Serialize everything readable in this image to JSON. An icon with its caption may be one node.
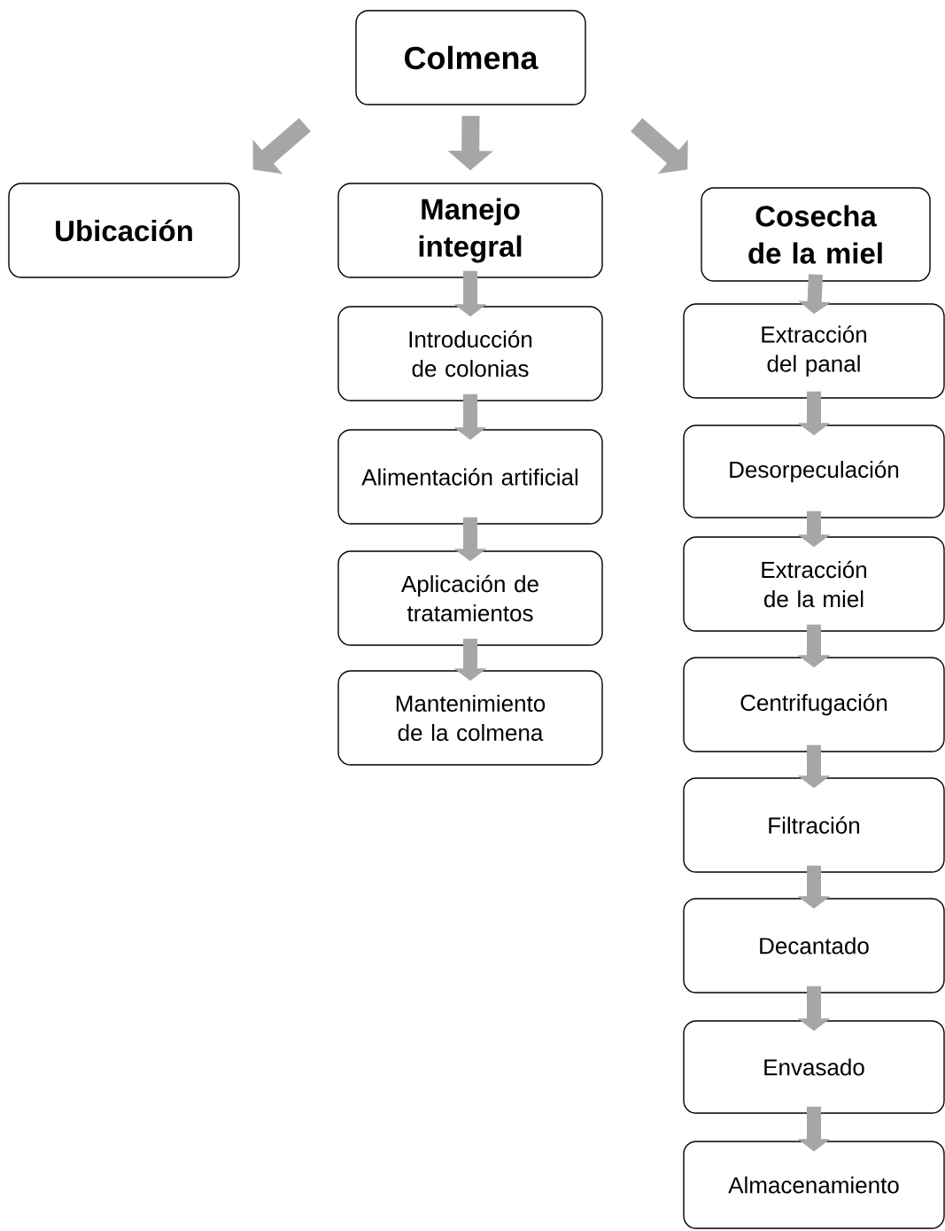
{
  "diagram": {
    "nodes": [
      {
        "text": [
          "Colmena"
        ]
      },
      {
        "text": [
          "Ubicación"
        ]
      },
      {
        "text": [
          "Manejo integral"
        ]
      },
      {
        "text": [
          "Cosecha de la miel"
        ]
      },
      {
        "text": [
          "Introducción de colonias"
        ]
      },
      {
        "text": [
          "Alimentación artificial"
        ]
      },
      {
        "text": [
          "Aplicación de tratamientos"
        ]
      },
      {
        "text": [
          "Mantenimiento de la colmena"
        ]
      },
      {
        "text": [
          "Extracción del panal"
        ]
      },
      {
        "text": [
          "Desorpeculación"
        ]
      },
      {
        "text": [
          "Extracción de la miel"
        ]
      },
      {
        "text": [
          "Centrifugación"
        ]
      },
      {
        "text": [
          "Filtración"
        ]
      },
      {
        "text": [
          "Decantado"
        ]
      },
      {
        "text": [
          "Envasado"
        ]
      },
      {
        "text": [
          "Almacenamiento"
        ]
      }
    ],
    "edges": [
      {
        "from": 0,
        "to": 1,
        "arrow": "to"
      },
      {
        "from": 0,
        "to": 2,
        "arrow": "to"
      },
      {
        "from": 0,
        "to": 3,
        "arrow": "to"
      },
      {
        "from": 2,
        "to": 4,
        "arrow": "to"
      },
      {
        "from": 4,
        "to": 5,
        "arrow": "to"
      },
      {
        "from": 5,
        "to": 6,
        "arrow": "to"
      },
      {
        "from": 6,
        "to": 7,
        "arrow": "to"
      },
      {
        "from": 3,
        "to": 8,
        "arrow": "to"
      },
      {
        "from": 8,
        "to": 9,
        "arrow": "to"
      },
      {
        "from": 9,
        "to": 10,
        "arrow": "to"
      },
      {
        "from": 10,
        "to": 11,
        "arrow": "to"
      },
      {
        "from": 11,
        "to": 12,
        "arrow": "to"
      },
      {
        "from": 12,
        "to": 13,
        "arrow": "to"
      },
      {
        "from": 13,
        "to": 14,
        "arrow": "to"
      },
      {
        "from": 14,
        "to": 15,
        "arrow": "to"
      }
    ]
  }
}
